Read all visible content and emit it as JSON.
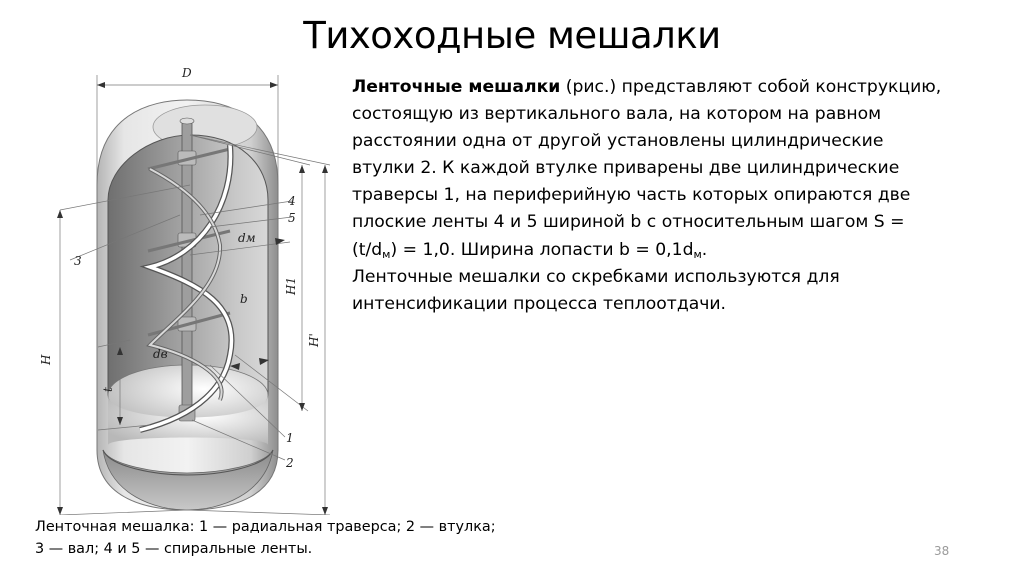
{
  "slide": {
    "title": "Тихоходные мешалки",
    "page_number": "38"
  },
  "body": {
    "line1_bold": "Ленточные мешалки",
    "line1_rest": " (рис.) представляют собой конструкцию,",
    "line2": "состоящую из вертикального вала, на котором на равном",
    "line3": "расстоянии одна от другой установлены цилиндрические",
    "line4": "втулки 2. К каждой втулке приварены две цилиндрические",
    "line5": "траверсы 1, на периферийную часть которых опираются две",
    "line6": "плоские ленты 4 и 5 шириной b с относительным шагом S =",
    "line7_a": "(t/d",
    "line7_sub1": "м",
    "line7_b": ") = 1,0. Ширина лопасти b = 0,1d",
    "line7_sub2": "м",
    "line7_c": ".",
    "line8": "Ленточные мешалки со скребками используются для",
    "line9": "интенсификации процесса теплоотдачи."
  },
  "caption": {
    "line1": "Ленточная мешалка: 1 — радиальная траверса; 2 — втулка;",
    "line2": "3 — вал; 4 и 5 — спиральные ленты."
  },
  "figure": {
    "labels": {
      "D": "D",
      "H": "H",
      "H1": "H1",
      "Hprime": "H'",
      "t": "t",
      "dm": "dм",
      "ds": "dв",
      "b": "b",
      "n1": "1",
      "n2": "2",
      "n3": "3",
      "n4": "4",
      "n5": "5"
    }
  }
}
